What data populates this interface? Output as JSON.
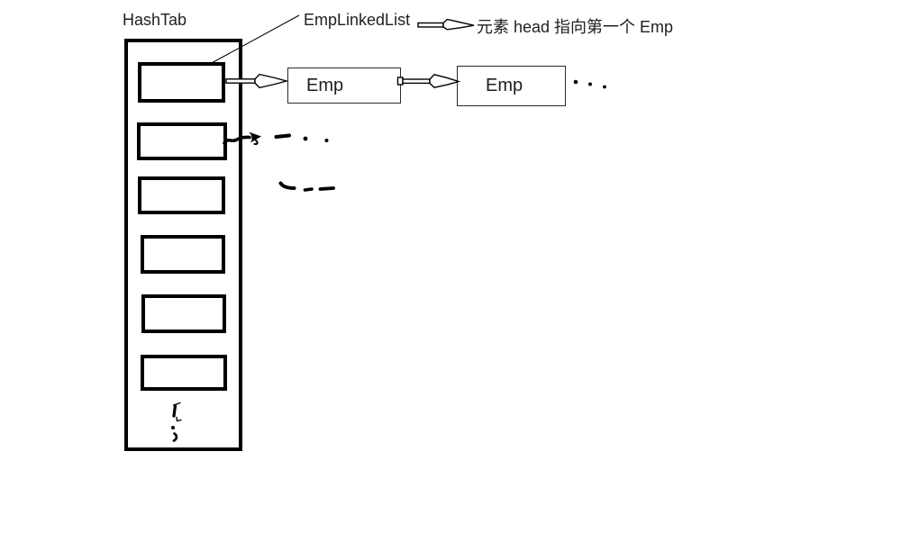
{
  "diagram": {
    "background": "#ffffff",
    "ink": "#000000",
    "hash_table": {
      "title": "HashTab",
      "slot_count": 6
    },
    "linked_list": {
      "label": "EmpLinkedList",
      "head_note": "元素 head 指向第一个 Emp",
      "nodes": [
        {
          "label": "Emp"
        },
        {
          "label": "Emp"
        }
      ]
    }
  }
}
